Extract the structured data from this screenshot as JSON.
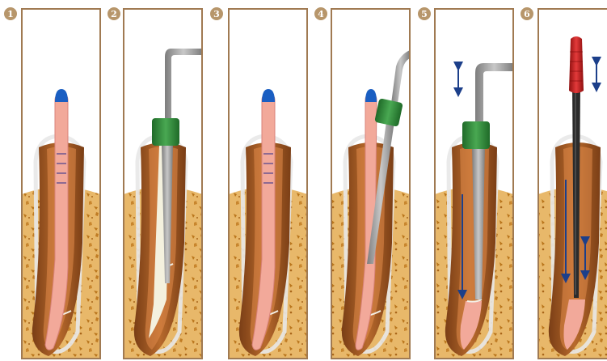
{
  "colors": {
    "frame": "#a07a52",
    "bone": "#e8b86a",
    "bone_speck": "#b8741a",
    "root_dark": "#8a4a1e",
    "root_mid": "#b86a2c",
    "root_light": "#e08a4a",
    "gutta": "#f2a99a",
    "gutta_edge": "#d9837a",
    "gutta_tip": "#1a5ec2",
    "plugger_grey": "#9a9a9a",
    "collar_green": "#2f8a3a",
    "handle_red": "#cc1a1a",
    "arrow_blue": "#1c3f8a",
    "badge": "#b7966b"
  },
  "steps": [
    {
      "number": "1",
      "contents": [
        "gutta-percha-cone",
        "calibration-marks",
        "blue-tip"
      ]
    },
    {
      "number": "2",
      "contents": [
        "heat-plugger",
        "green-collar"
      ]
    },
    {
      "number": "3",
      "contents": [
        "gutta-percha-cone",
        "calibration-marks",
        "blue-tip"
      ]
    },
    {
      "number": "4",
      "contents": [
        "gutta-percha-cone",
        "blue-tip",
        "heat-plugger",
        "green-collar"
      ]
    },
    {
      "number": "5",
      "contents": [
        "heat-plugger",
        "green-collar",
        "vertical-arrow",
        "down-arrow"
      ]
    },
    {
      "number": "6",
      "contents": [
        "hand-plugger",
        "red-handle",
        "vertical-arrow",
        "down-arrow"
      ]
    }
  ]
}
